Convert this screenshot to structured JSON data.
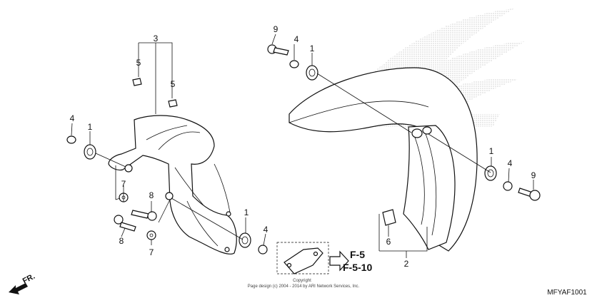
{
  "callouts": {
    "c1a": "1",
    "c1b": "1",
    "c1c": "1",
    "c1d": "1",
    "c2": "2",
    "c3": "3",
    "c4a": "4",
    "c4b": "4",
    "c4c": "4",
    "c4d": "4",
    "c5a": "5",
    "c5b": "5",
    "c6": "6",
    "c7a": "7",
    "c7b": "7",
    "c8a": "8",
    "c8b": "8",
    "c9a": "9",
    "c9b": "9"
  },
  "refs": {
    "ref1": "F-5",
    "ref2": "F-5-10"
  },
  "direction": "FR.",
  "copyright_title": "Copyright",
  "copyright": "Page design (c) 2004 - 2014 by ARI Network Services, Inc.",
  "diagram_code": "MFYAF1001",
  "colors": {
    "line": "#111111",
    "watermark": "#9a9a9a"
  }
}
